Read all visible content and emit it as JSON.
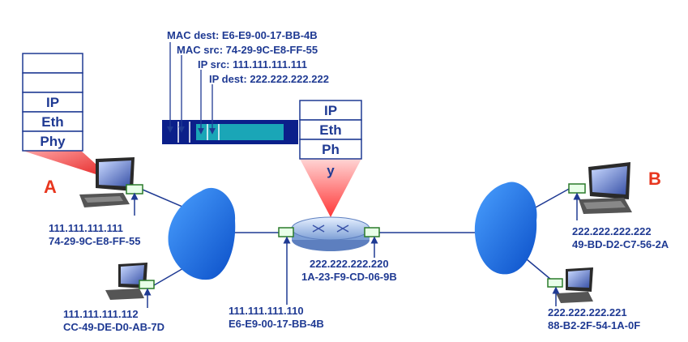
{
  "frame": {
    "mac_dest": "MAC dest: E6-E9-00-17-BB-4B",
    "mac_src": "MAC src: 74-29-9C-E8-FF-55",
    "ip_src": "IP src: 111.111.111.111",
    "ip_dest": "IP dest: 222.222.222.222"
  },
  "host_a": {
    "label": "A",
    "ip": "111.111.111.111",
    "mac": "74-29-9C-E8-FF-55",
    "stack": [
      "",
      "",
      "IP",
      "Eth",
      "Phy"
    ]
  },
  "host_a2": {
    "ip": "111.111.111.112",
    "mac": "CC-49-DE-D0-AB-7D"
  },
  "router": {
    "stack": [
      "IP",
      "Eth",
      "Ph",
      "y"
    ],
    "left_if": {
      "ip": "111.111.111.110",
      "mac": "E6-E9-00-17-BB-4B"
    },
    "right_if": {
      "ip": "222.222.222.220",
      "mac": "1A-23-F9-CD-06-9B"
    }
  },
  "host_b": {
    "label": "B",
    "ip": "222.222.222.222",
    "mac": "49-BD-D2-C7-56-2A"
  },
  "host_b2": {
    "ip": "222.222.222.221",
    "mac": "88-B2-2F-54-1A-0F"
  },
  "colors": {
    "text": "#1f3a93",
    "accent": "#e8361e",
    "cloud": "#1e6fe0",
    "frame": "#0b1f8a",
    "payload": "#1aa6b7"
  }
}
